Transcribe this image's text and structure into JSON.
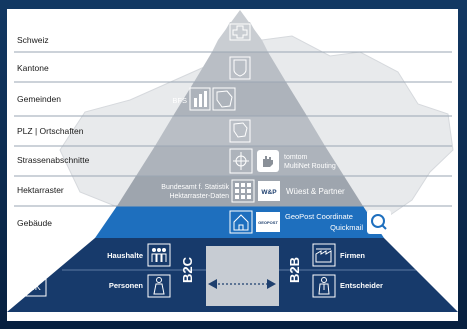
{
  "levels": [
    {
      "label": "Schweiz"
    },
    {
      "label": "Kantone"
    },
    {
      "label": "Gemeinden",
      "source": "BFS"
    },
    {
      "label": "PLZ | Ortschaften"
    },
    {
      "label": "Strassenabschnitte",
      "source_line1": "tomtom",
      "source_line2": "MultiNet Routing"
    },
    {
      "label": "Hektarraster",
      "left_line1": "Bundesamt f. Statistik",
      "left_line2": "Hektarraster-Daten",
      "badge": "W&P",
      "source": "Wüest & Partner"
    },
    {
      "label": "Gebäude",
      "badge": "GEOPOST",
      "source_line1": "GeoPost Coordinate",
      "source_line2": "Quickmail"
    }
  ],
  "b2c": {
    "title": "B2C",
    "rows": [
      {
        "label": "Haushalte"
      },
      {
        "label": "Personen",
        "badge": "GfK"
      }
    ]
  },
  "b2b": {
    "title": "B2B",
    "rows": [
      {
        "label": "Firmen"
      },
      {
        "label": "Entscheider"
      }
    ]
  },
  "colors": {
    "background": "#0c2a52",
    "band_light": "#b6bcc4",
    "band_dark": "#9ea5ae",
    "building_band": "#1e6fbe",
    "navy": "#173a6b",
    "label_text": "#1a1a1a"
  },
  "icons": [
    "swiss-cross-icon",
    "canton-shield-icon",
    "building-blocks-icon",
    "map-outline-icon",
    "crosshair-icon",
    "hand-icon",
    "grid-icon",
    "house-icon",
    "search-icon",
    "family-icon",
    "person-icon",
    "factory-icon",
    "manager-icon",
    "double-arrow-icon"
  ]
}
